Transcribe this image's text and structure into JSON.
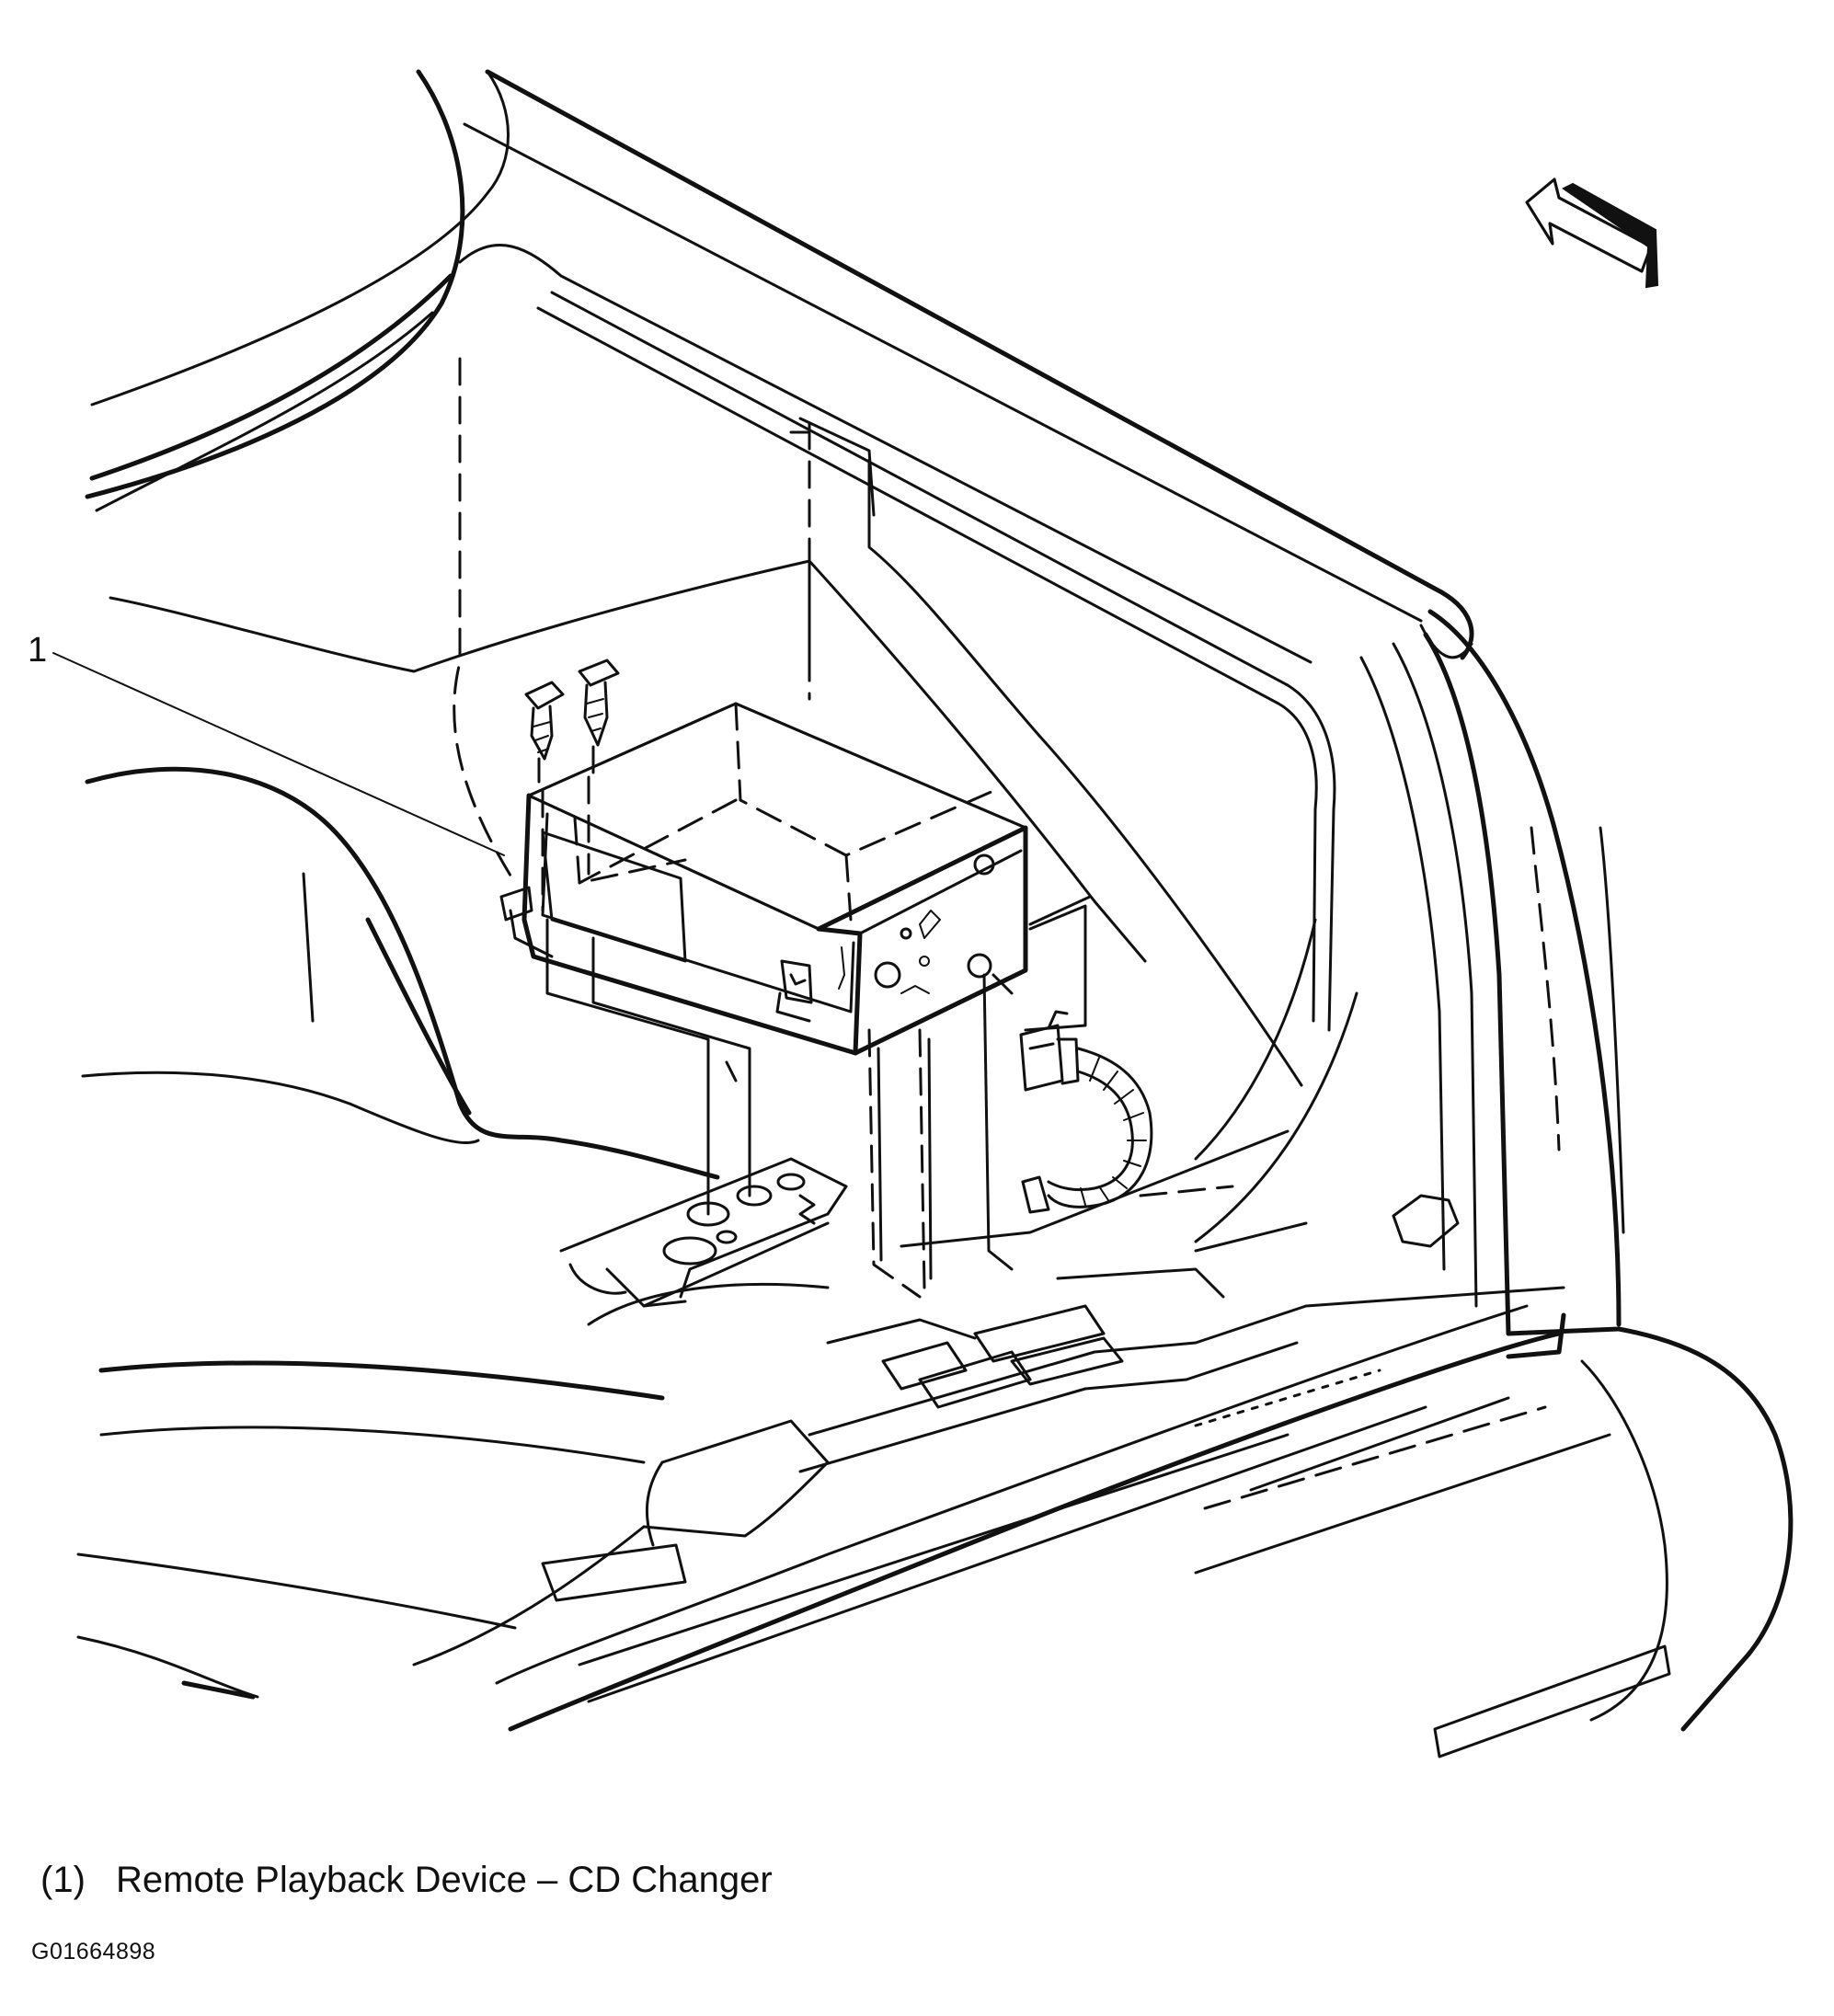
{
  "diagram": {
    "callout": {
      "number": "1"
    },
    "legend": [
      {
        "number": "(1)",
        "text": "Remote Playback Device – CD Changer"
      }
    ],
    "figure_id": "G01664898",
    "icons": [
      "view-direction-arrow-icon",
      "screw-icon",
      "wiring-connector-icon"
    ]
  }
}
